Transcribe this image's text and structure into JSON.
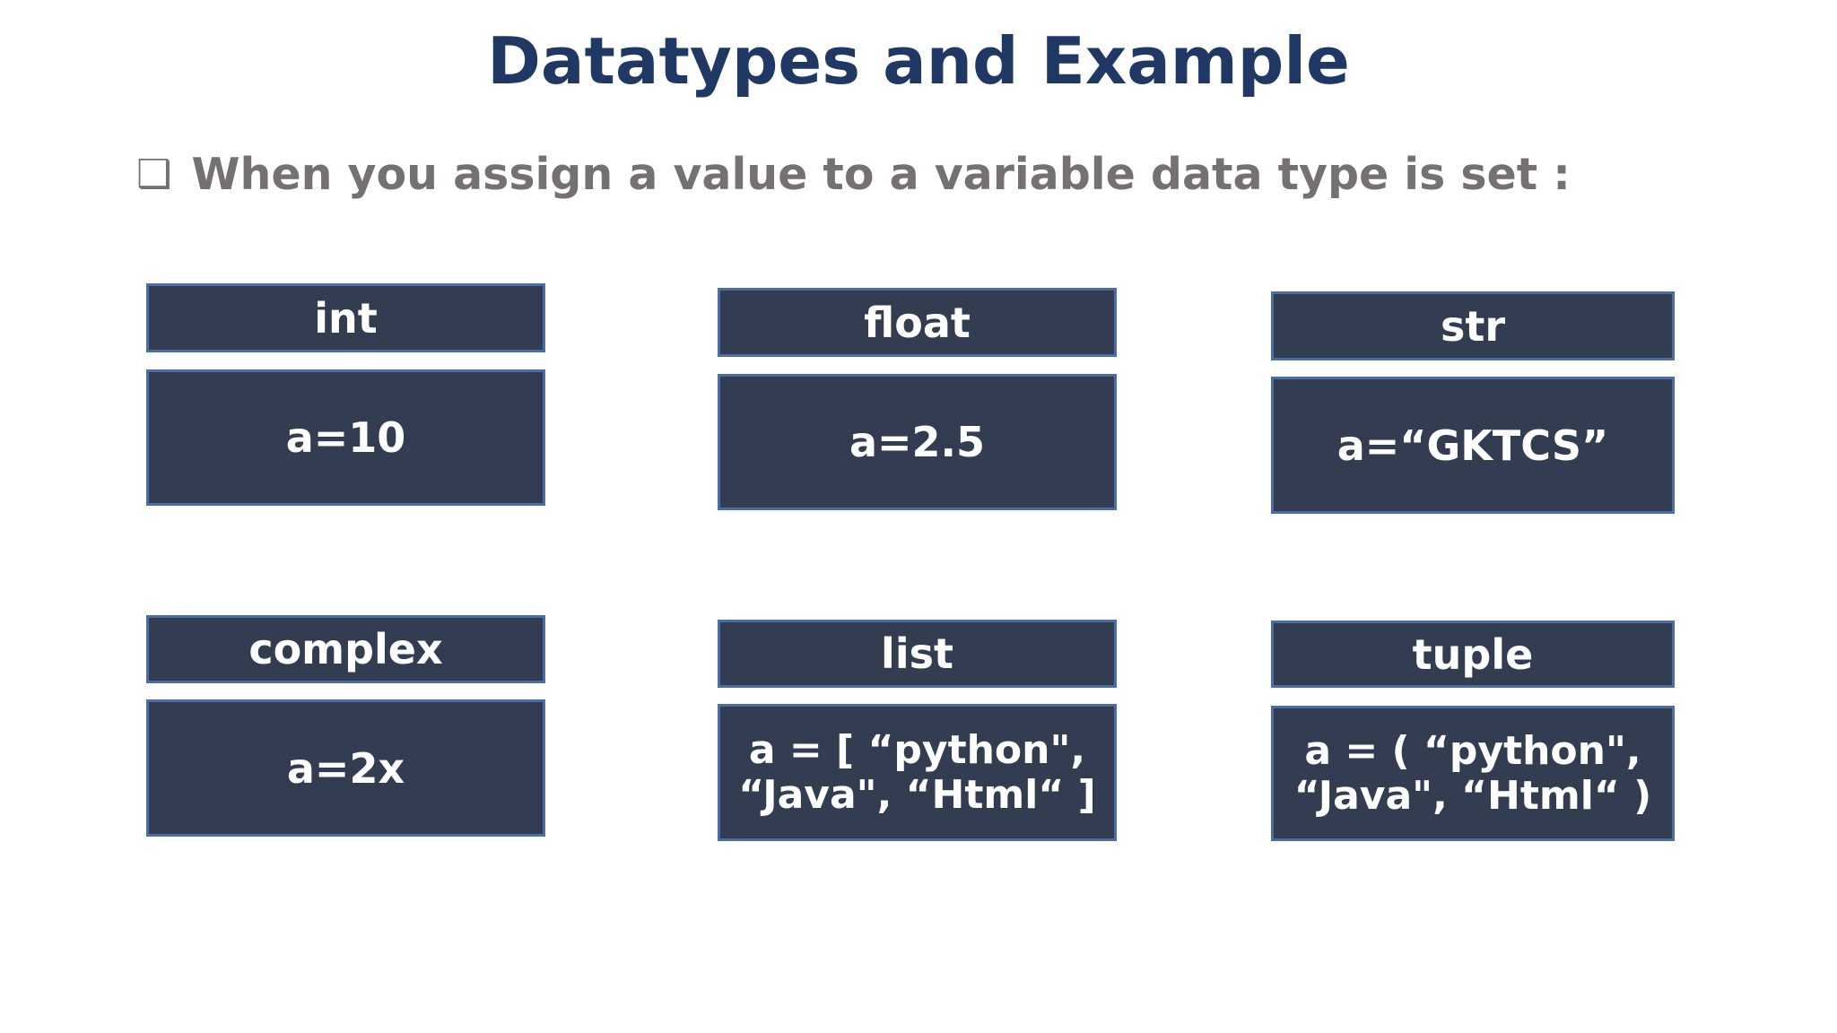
{
  "slide": {
    "title": "Datatypes and Example",
    "bullet": {
      "glyph": "❑",
      "text": "When you assign a value to a variable data type is set :"
    },
    "colors": {
      "title_text": "#1F3864",
      "bullet_text": "#767171",
      "box_fill": "#333D52",
      "box_border": "#4A6DA6",
      "box_text": "#FFFFFF",
      "background": "#FFFFFF"
    },
    "datatypes": [
      {
        "name": "int",
        "lines": [
          "a=10"
        ]
      },
      {
        "name": "float",
        "lines": [
          "a=2.5"
        ]
      },
      {
        "name": "str",
        "lines": [
          "a=“GKTCS”"
        ]
      },
      {
        "name": "complex",
        "lines": [
          "a=2x"
        ]
      },
      {
        "name": "list",
        "lines": [
          "a = [ “python\",",
          "“Java\", “Html“ ]"
        ]
      },
      {
        "name": "tuple",
        "lines": [
          "a = ( “python\",",
          "“Java\", “Html“ )"
        ]
      }
    ]
  }
}
